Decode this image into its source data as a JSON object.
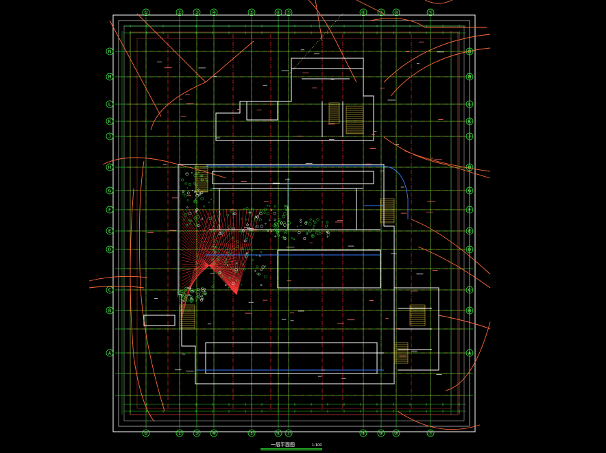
{
  "drawing": {
    "title": "一层平面图",
    "scale": "1:100",
    "colors": {
      "background": "#000000",
      "grid_red": "#ff2a2a",
      "axis_green": "#39ff39",
      "wall_white": "#ffffff",
      "site_orange": "#ff6a3a",
      "stair_yellow": "#ffe14a",
      "pipe_blue": "#3a7bff",
      "landscape_green": "#2fcf2f"
    },
    "axes_top": [
      "①",
      "②",
      "③",
      "④",
      "⑤",
      "⑥",
      "⑦",
      "⑧",
      "⑨",
      "⑩",
      "⑪"
    ],
    "axes_side": [
      "N",
      "M",
      "L",
      "K",
      "J",
      "H",
      "G",
      "F",
      "E",
      "D",
      "C",
      "B",
      "A"
    ]
  }
}
